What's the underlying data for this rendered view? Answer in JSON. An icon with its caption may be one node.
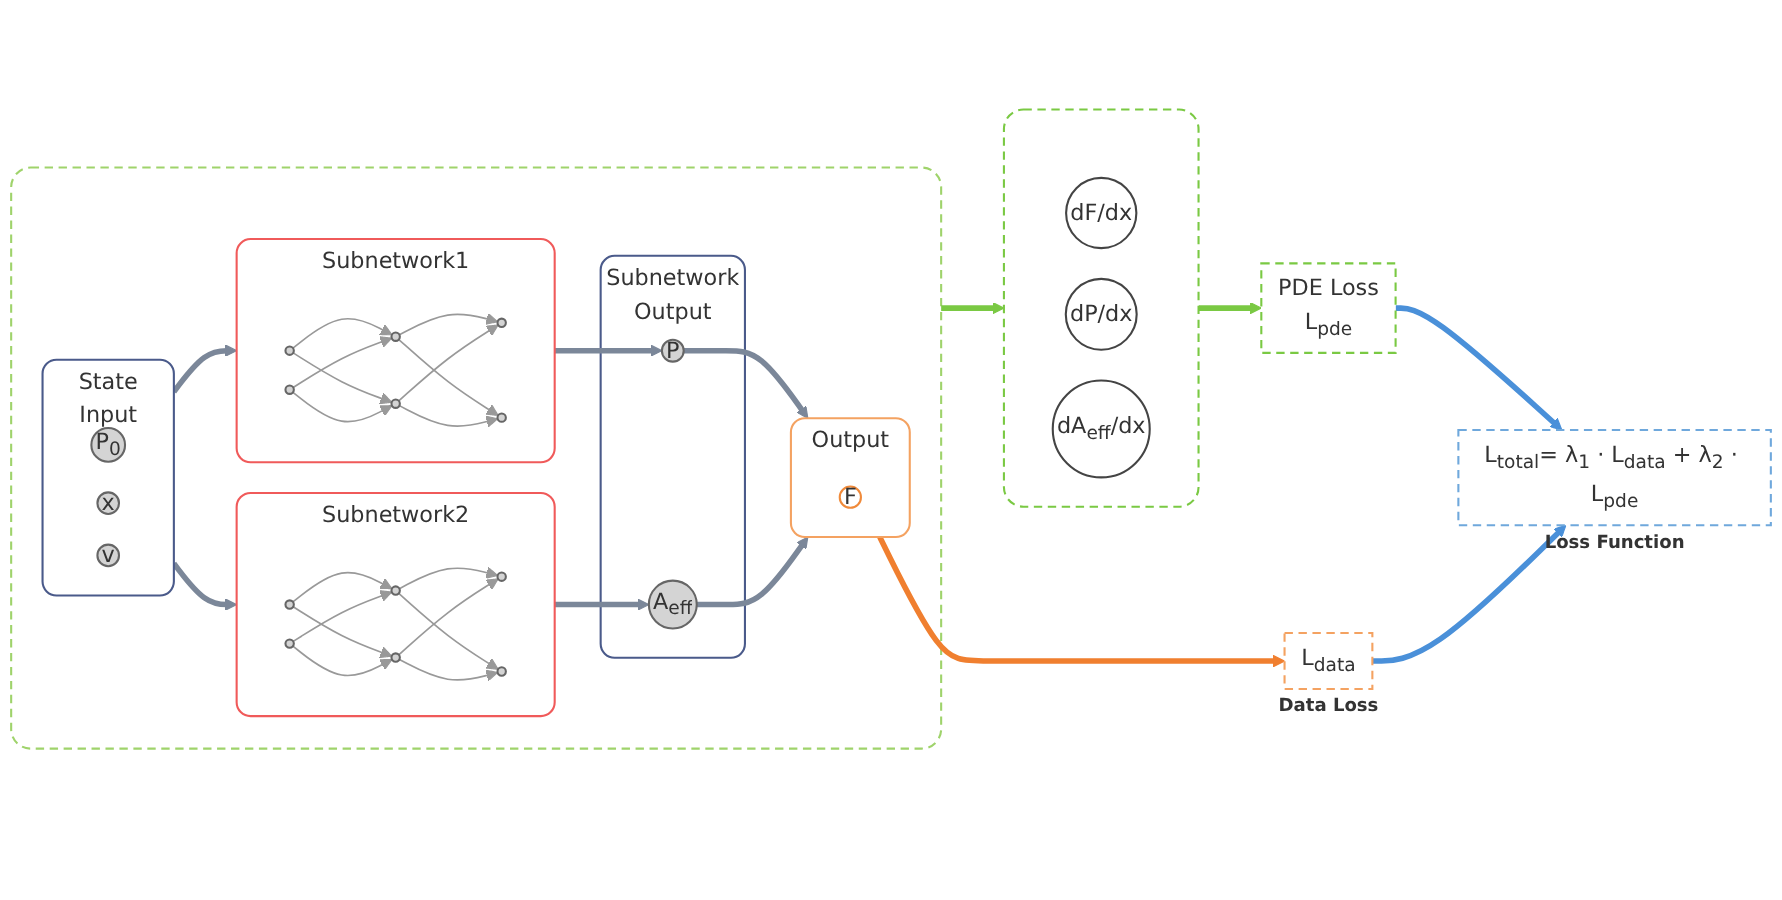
{
  "diagram": {
    "nodes": [
      {
        "text": [],
        "shape": "box"
      },
      {
        "text": [
          "State Input"
        ],
        "in": 0
      },
      {
        "text": [
          "P$_{0}$"
        ],
        "in": 1
      },
      {
        "text": [
          "x"
        ],
        "in": 1
      },
      {
        "text": [
          "v"
        ],
        "in": 1
      },
      {
        "text": [
          "Subnetwork1"
        ],
        "in": 0
      },
      {
        "text": [],
        "shape": "circle",
        "in": 5
      },
      {
        "text": [],
        "shape": "circle",
        "in": 5
      },
      {
        "text": [],
        "shape": "circle",
        "in": 5
      },
      {
        "text": [],
        "shape": "circle",
        "in": 5
      },
      {
        "text": [],
        "shape": "circle",
        "in": 5
      },
      {
        "text": [],
        "shape": "circle",
        "in": 5
      },
      {
        "text": [
          "Subnetwork2"
        ],
        "in": 0
      },
      {
        "text": [],
        "shape": "circle",
        "in": 12
      },
      {
        "text": [],
        "shape": "circle",
        "in": 12
      },
      {
        "text": [],
        "shape": "circle",
        "in": 12
      },
      {
        "text": [],
        "shape": "circle",
        "in": 12
      },
      {
        "text": [],
        "shape": "circle",
        "in": 12
      },
      {
        "text": [],
        "shape": "circle",
        "in": 12
      },
      {
        "text": [
          "Subnetwork Output"
        ],
        "in": 0
      },
      {
        "text": [
          "P"
        ],
        "in": 19
      },
      {
        "text": [
          "A$_{eff}$"
        ],
        "in": 19
      },
      {
        "text": [
          "Output"
        ],
        "in": 0
      },
      {
        "text": [
          "F"
        ],
        "in": 22
      },
      {
        "text": [],
        "shape": "box"
      },
      {
        "text": [
          "dF/dx"
        ],
        "in": 24
      },
      {
        "text": [
          "dP/dx"
        ],
        "in": 24
      },
      {
        "text": [
          "dA$_{eff}$/dx"
        ],
        "in": 24
      },
      {
        "text": [
          "PDE Loss",
          "L$_{pde}$"
        ]
      },
      {
        "text": [
          "L$_{data}$"
        ],
        "beside": [
          "Data Loss"
        ]
      },
      {
        "text": [
          "L$_{total}$= λ$_{1}$ · L$_{data}$ + λ$_{2}$ · L$_{pde}$"
        ],
        "beside": [
          "Loss Function"
        ]
      }
    ],
    "edges": [
      {
        "from": 1,
        "to": 5,
        "arrow": "to",
        "style": "thick",
        "color": "#7b8799"
      },
      {
        "from": 1,
        "to": 12,
        "arrow": "to",
        "style": "thick",
        "color": "#7b8799"
      },
      {
        "from": 6,
        "to": 8,
        "arrow": "to"
      },
      {
        "from": 6,
        "to": 9,
        "arrow": "to"
      },
      {
        "from": 7,
        "to": 8,
        "arrow": "to"
      },
      {
        "from": 7,
        "to": 9,
        "arrow": "to"
      },
      {
        "from": 8,
        "to": 10,
        "arrow": "to"
      },
      {
        "from": 8,
        "to": 11,
        "arrow": "to"
      },
      {
        "from": 9,
        "to": 10,
        "arrow": "to"
      },
      {
        "from": 9,
        "to": 11,
        "arrow": "to"
      },
      {
        "from": 13,
        "to": 15,
        "arrow": "to"
      },
      {
        "from": 13,
        "to": 16,
        "arrow": "to"
      },
      {
        "from": 14,
        "to": 15,
        "arrow": "to"
      },
      {
        "from": 14,
        "to": 16,
        "arrow": "to"
      },
      {
        "from": 15,
        "to": 17,
        "arrow": "to"
      },
      {
        "from": 15,
        "to": 18,
        "arrow": "to"
      },
      {
        "from": 16,
        "to": 17,
        "arrow": "to"
      },
      {
        "from": 16,
        "to": 18,
        "arrow": "to"
      },
      {
        "from": 5,
        "to": 20,
        "arrow": "to",
        "style": "thick",
        "color": "#7b8799"
      },
      {
        "from": 12,
        "to": 21,
        "arrow": "to",
        "style": "thick",
        "color": "#7b8799"
      },
      {
        "from": 20,
        "to": 22,
        "arrow": "to",
        "style": "thick",
        "color": "#7b8799"
      },
      {
        "from": 21,
        "to": 22,
        "arrow": "to",
        "style": "thick",
        "color": "#7b8799"
      },
      {
        "from": 0,
        "to": 24,
        "arrow": "to",
        "style": "thick",
        "color": "#7ac943"
      },
      {
        "from": 24,
        "to": 28,
        "arrow": "to",
        "style": "thick",
        "color": "#7ac943"
      },
      {
        "from": 22,
        "to": 29,
        "arrow": "to",
        "style": "thick",
        "color": "#f07f2f"
      },
      {
        "from": 28,
        "to": 30,
        "arrow": "to",
        "style": "thick",
        "color": "#4a90d9"
      },
      {
        "from": 29,
        "to": 30,
        "arrow": "to",
        "style": "thick",
        "color": "#4a90d9"
      }
    ]
  }
}
